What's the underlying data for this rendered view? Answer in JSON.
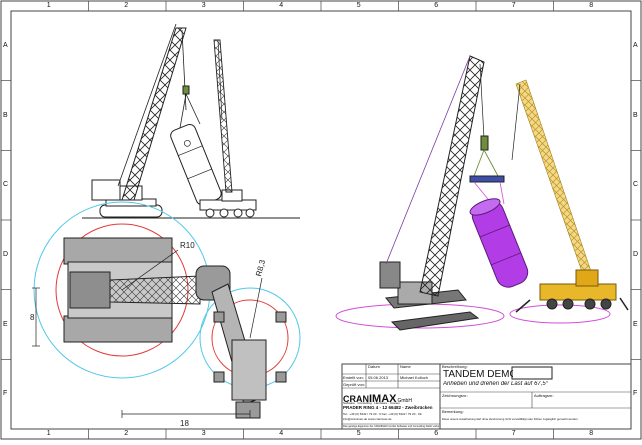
{
  "sheet": {
    "columns": [
      "1",
      "2",
      "3",
      "4",
      "5",
      "6",
      "7",
      "8"
    ],
    "rows": [
      "A",
      "B",
      "C",
      "D",
      "E",
      "F"
    ]
  },
  "plan": {
    "dim_radius_1": "R10",
    "dim_radius_2": "R8,3",
    "dim_height": "8",
    "dim_length": "18"
  },
  "titleblock": {
    "beschreibung_label": "Beschreibung:",
    "title": "TANDEM DEMO -",
    "subtitle": "Anheben und drehen der Last auf 67,5°",
    "datum_label": "Datum",
    "name_label": "Name",
    "erstellt_label": "Erstellt von:",
    "date": "05.06.2013",
    "author": "Michael Kolloch",
    "geprueft_label": "Geprüft von:",
    "zeichnungsnr_label": "Zeichnungsnr.:",
    "auftragsnr_label": "Auftragsnr.:",
    "bemerkung_label": "Bemerkung:",
    "logo_cran": "CRAN",
    "logo_max": "IMAX",
    "logo_gmbh": "GmbH",
    "logo_tagline": "Software · Consulting · Hardware · Cranes",
    "address": "PRADER RING 4 - 12   66482 - Zweibrücken",
    "contact_1": "Tel.: +49 (0) 6332 / 79 20 - 0   Fax: +49 (0) 6332 / 79 20 - 99",
    "contact_2": "info@cranimax.de   www.cranimax.de",
    "footer": "Das geistige Eigentum der CRANIMAX GmbH Software und Consulting bleibt vorbehalten",
    "remark": "Diese unsere Ausarbeitung darf ohne Zustimmung nicht vervielfältigt oder Dritten zugänglich gemacht werden."
  },
  "colors": {
    "crane_main": "#7a3fa0",
    "load": "#b23de6",
    "mobile_crane": "#e8b82a",
    "outline": "#222222",
    "radius_red": "#e23a3a",
    "radius_cyan": "#53c8e8",
    "sling_magenta": "#d24fd6",
    "hook_block": "#6d8f3a"
  }
}
